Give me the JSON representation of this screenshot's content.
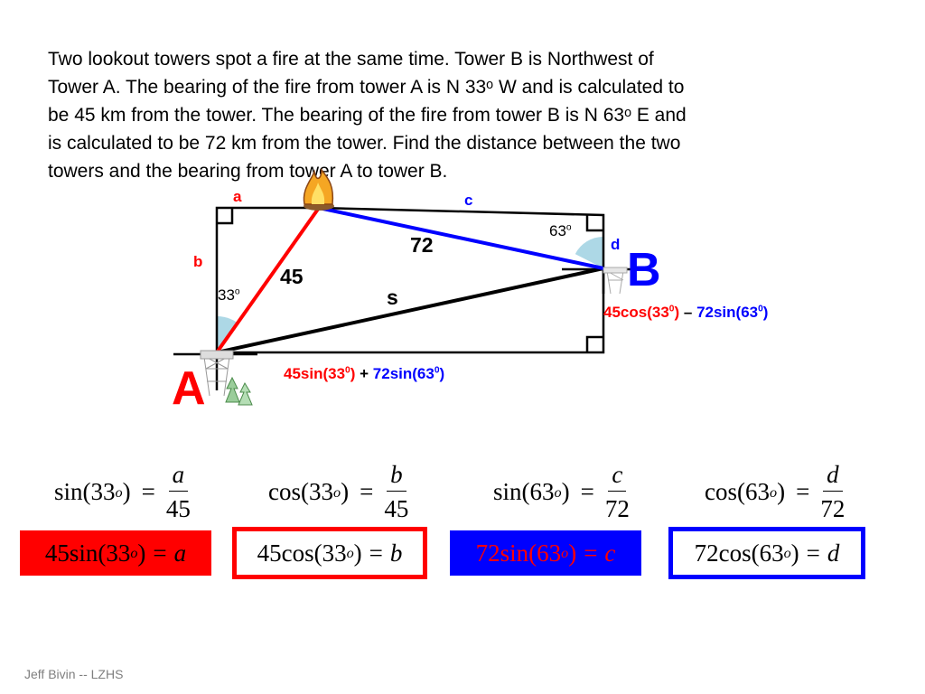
{
  "problem_lines": [
    "Two lookout towers spot a fire at the same time.  Tower B is Northwest of",
    "Tower A. The bearing of the fire from  tower A is N 33ᵒ W and is calculated to",
    "be 45 km from the tower. The bearing of the fire from  tower B is N 63ᵒ E and",
    "is calculated to be 72 km from the tower. Find the distance between the two",
    "towers and the bearing from tower A to tower B."
  ],
  "diagram": {
    "label_a": "a",
    "label_b": "b",
    "label_c": "c",
    "label_d": "d",
    "label_s": "s",
    "len_45": "45",
    "len_72": "72",
    "angle_33": "33",
    "angle_63": "63",
    "degree_mark": "o",
    "tower_a": "A",
    "tower_b": "B",
    "colors": {
      "red": "#ff0000",
      "blue": "#0000ff",
      "angle_fill": "#add8e6",
      "fire": "#f5a623"
    }
  },
  "expressions": {
    "bottom_horizontal": {
      "t1": "45sin(33",
      "sup1": "0",
      "c1": ")",
      "op": "+",
      "t2": "72sin(63",
      "sup2": "0",
      "c2": ")"
    },
    "right_vertical": {
      "t1": "45cos(33",
      "sup1": "0",
      "c1": ")",
      "op": "–",
      "t2": "72sin(63",
      "sup2": "0",
      "c2": ")"
    }
  },
  "equations": [
    {
      "func": "sin(33",
      "deg": "o",
      "close": ")",
      "eq": "=",
      "num": "a",
      "den": "45"
    },
    {
      "func": "cos(33",
      "deg": "o",
      "close": ")",
      "eq": "=",
      "num": "b",
      "den": "45"
    },
    {
      "func": "sin(63",
      "deg": "o",
      "close": ")",
      "eq": "=",
      "num": "c",
      "den": "72"
    },
    {
      "func": "cos(63",
      "deg": "o",
      "close": ")",
      "eq": "=",
      "num": "d",
      "den": "72"
    }
  ],
  "results": [
    {
      "coef": "45",
      "func": "sin(33",
      "deg": "o",
      "close": ")",
      "eq": "=",
      "var": "a"
    },
    {
      "coef": "45",
      "func": "cos(33",
      "deg": "o",
      "close": ")",
      "eq": "=",
      "var": "b"
    },
    {
      "coef": "72",
      "func": "sin(63",
      "deg": "o",
      "close": ")",
      "eq": "=",
      "var": "c"
    },
    {
      "coef": "72",
      "func": "cos(63",
      "deg": "o",
      "close": ")",
      "eq": "=",
      "var": "d"
    }
  ],
  "footer": "Jeff Bivin -- LZHS"
}
